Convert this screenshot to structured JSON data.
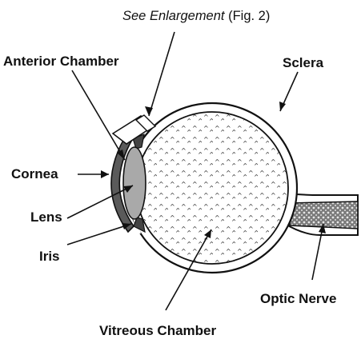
{
  "figure": {
    "callout": {
      "italic_text": "See Enlargement",
      "plain_text": " (Fig. 2)"
    },
    "labels": {
      "anterior_chamber": "Anterior Chamber",
      "sclera": "Sclera",
      "cornea": "Cornea",
      "lens": "Lens",
      "iris": "Iris",
      "optic_nerve": "Optic Nerve",
      "vitreous_chamber": "Vitreous Chamber"
    }
  },
  "colors": {
    "ink": "#111111",
    "background": "#ffffff",
    "cornea_fill": "#5a5a5a",
    "lens_fill": "#a9a9a9",
    "optic_nerve_fill": "#8a8a8a"
  }
}
